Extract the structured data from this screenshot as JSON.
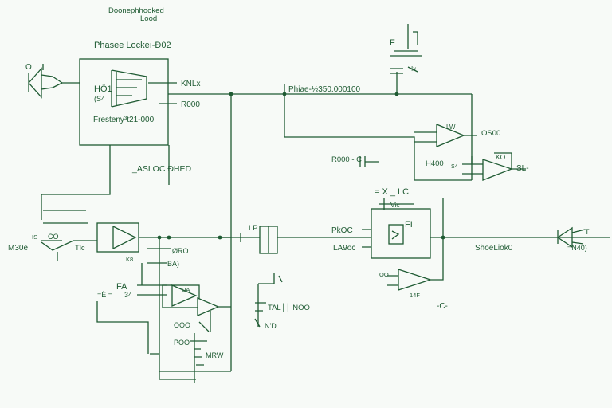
{
  "diagram": {
    "header": {
      "line1": "Doonephhooked",
      "line2": "Lood"
    },
    "pll_block": {
      "title": "Phasee Lockeı-Ð02",
      "pin_a": "HÖ1",
      "pin_b": "(S4",
      "out_top": "KNLx",
      "out_bottom": "R000",
      "freq": "Fresteny³t21-000"
    },
    "labels": {
      "left_in": "O",
      "divider": "_ASLOC ÐHED",
      "phase_value": "Phiae-½350.000100",
      "f_top": "F",
      "ix": "Ix",
      "r000c": "R000 - C",
      "lw": "LW",
      "osoo": "OS00",
      "h400": "H400",
      "s4": "S4",
      "ko": "KO",
      "sl": "SL-",
      "xlc": "= X _ LC",
      "vc": "Vic",
      "fi": "FI",
      "pkc": "PkOC",
      "lasoc": "LA9oc",
      "lp": "LP",
      "oo": "OO",
      "fourteen": "14F",
      "minus_c": "-C-",
      "shoe": "ShoeLiok0",
      "t_right": "T",
      "nkq": "=N40)",
      "ia": "IS",
      "co": "CO",
      "m30e": "M30e",
      "tic": "Tlc",
      "ks": "K8",
      "oro": "ØRO",
      "ba": "BA)",
      "fa": "FA",
      "ein": "=È =",
      "thirtyfour": "34",
      "ua": "UA",
      "ooo": "OOO",
      "poo": "POO",
      "mrw": "MRW",
      "tal": "TAL││ NOO",
      "nd": "N'D"
    }
  }
}
